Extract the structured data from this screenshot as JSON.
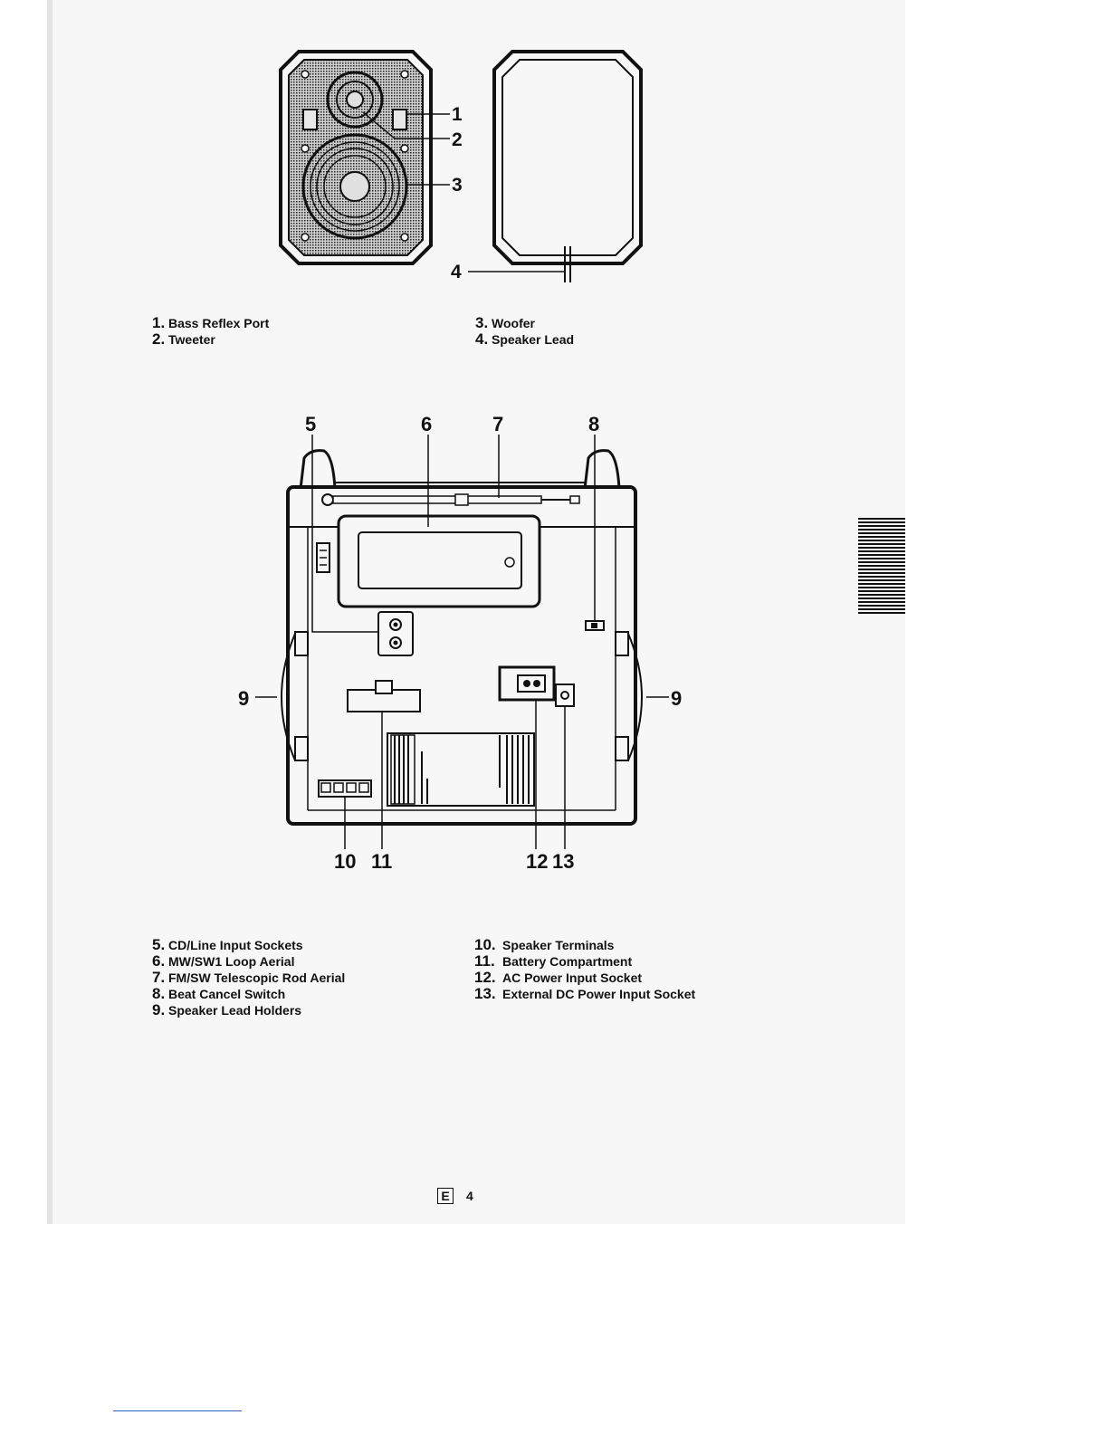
{
  "figure1": {
    "callouts": [
      "1",
      "2",
      "3",
      "4"
    ],
    "legend_left": [
      {
        "num": "1.",
        "label": "Bass Reflex Port"
      },
      {
        "num": "2.",
        "label": "Tweeter"
      }
    ],
    "legend_right": [
      {
        "num": "3.",
        "label": "Woofer"
      },
      {
        "num": "4.",
        "label": "Speaker Lead"
      }
    ]
  },
  "figure2": {
    "callouts": [
      "5",
      "6",
      "7",
      "8",
      "9",
      "9",
      "10",
      "11",
      "12",
      "13"
    ],
    "legend_left": [
      {
        "num": "5.",
        "label": "CD/Line Input Sockets"
      },
      {
        "num": "6.",
        "label": "MW/SW1 Loop Aerial"
      },
      {
        "num": "7.",
        "label": "FM/SW Telescopic Rod Aerial"
      },
      {
        "num": "8.",
        "label": "Beat Cancel Switch"
      },
      {
        "num": "9.",
        "label": "Speaker Lead Holders"
      }
    ],
    "legend_right": [
      {
        "num": "10.",
        "label": "Speaker Terminals"
      },
      {
        "num": "11.",
        "label": "Battery Compartment"
      },
      {
        "num": "12.",
        "label": "AC Power Input Socket"
      },
      {
        "num": "13.",
        "label": "External DC Power Input Socket"
      }
    ]
  },
  "footer": {
    "lang_box": "E",
    "page_number": "4"
  }
}
